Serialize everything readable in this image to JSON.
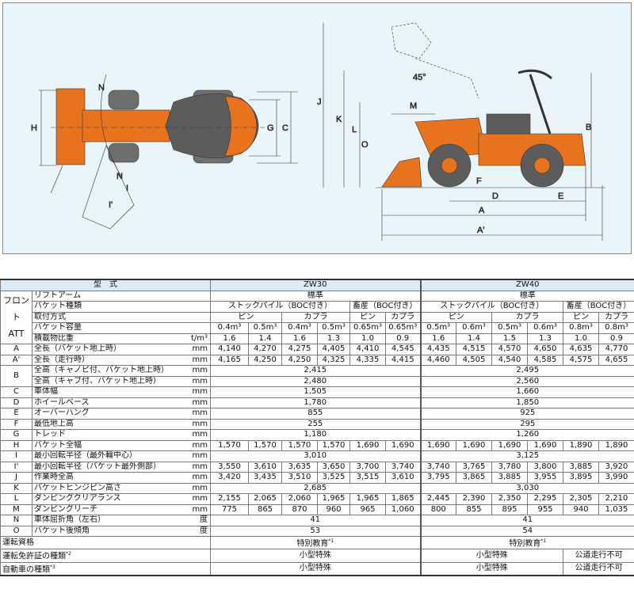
{
  "diagram": {
    "top_view_labels": {
      "H": "H",
      "G": "G",
      "C": "C",
      "N1": "N",
      "N2": "N",
      "I": "I",
      "I2": "I'"
    },
    "side_view_labels": {
      "J": "J",
      "K": "K",
      "L": "L",
      "M": "M",
      "O": "O",
      "angle": "45°",
      "B": "B",
      "F": "F",
      "D": "D",
      "E": "E",
      "A": "A",
      "A2": "A'"
    },
    "colors": {
      "orange": "#e8731e",
      "body_gray": "#5c5c5c",
      "tire": "#6e6e6e",
      "bg": "#eaf4fb"
    }
  },
  "table": {
    "model_label": "型　式",
    "models": [
      "ZW30",
      "ZW40"
    ],
    "front_att_label": [
      "フロン",
      "ト",
      "ATT"
    ],
    "front_rows": [
      {
        "label": "リフトアーム",
        "unit": "",
        "cells": [
          {
            "t": "標準",
            "span": 6
          },
          {
            "t": "標準",
            "span": 6
          }
        ]
      },
      {
        "label": "バケット種類",
        "unit": "",
        "cells": [
          {
            "t": "ストックパイル（BOC付き）",
            "span": 4
          },
          {
            "t": "畜産（BOC付き）",
            "span": 2
          },
          {
            "t": "ストックパイル（BOC付き）",
            "span": 4
          },
          {
            "t": "畜産（BOC付き）",
            "span": 2
          }
        ]
      },
      {
        "label": "取付方式",
        "unit": "",
        "cells": [
          {
            "t": "ピン",
            "span": 2
          },
          {
            "t": "カプラ",
            "span": 2
          },
          "ピン",
          "カプラ",
          {
            "t": "ピン",
            "span": 2
          },
          {
            "t": "カプラ",
            "span": 2
          },
          "ピン",
          "カプラ"
        ]
      },
      {
        "label": "バケット容量",
        "unit": "",
        "cells": [
          "0.4m³",
          "0.5m³",
          "0.4m³",
          "0.5m³",
          "0.65m³",
          "0.65m³",
          "0.5m³",
          "0.6m³",
          "0.5m³",
          "0.6m³",
          "0.8m³",
          "0.8m³"
        ]
      },
      {
        "label": "積載物比重",
        "unit": "t/m³",
        "cells": [
          "1.6",
          "1.4",
          "1.6",
          "1.3",
          "1.0",
          "0.9",
          "1.6",
          "1.4",
          "1.5",
          "1.3",
          "1.0",
          "0.9"
        ]
      }
    ],
    "spec_rows": [
      {
        "letter": "A",
        "label": "全長（バケット地上時）",
        "unit": "mm",
        "cells": [
          "4,140",
          "4,270",
          "4,275",
          "4,405",
          "4,410",
          "4,545",
          "4,435",
          "4,515",
          "4,570",
          "4,650",
          "4,635",
          "4,770"
        ]
      },
      {
        "letter": "A'",
        "label": "全長（走行時）",
        "unit": "mm",
        "cells": [
          "4,165",
          "4,250",
          "4,250",
          "4,325",
          "4,335",
          "4,415",
          "4,460",
          "4,505",
          "4,540",
          "4,585",
          "4,575",
          "4,655"
        ]
      },
      {
        "letter": "B",
        "letter_rows": 2,
        "label": "全高（キャノピ付、バケット地上時）",
        "unit": "mm",
        "cells": [
          {
            "t": "2,415",
            "span": 6
          },
          {
            "t": "2,495",
            "span": 6
          }
        ]
      },
      {
        "label": "全高（キャブ付、バケット地上時）",
        "unit": "mm",
        "cells": [
          {
            "t": "2,480",
            "span": 6
          },
          {
            "t": "2,560",
            "span": 6
          }
        ]
      },
      {
        "letter": "C",
        "label": "車体幅",
        "unit": "mm",
        "cells": [
          {
            "t": "1,505",
            "span": 6
          },
          {
            "t": "1,660",
            "span": 6
          }
        ]
      },
      {
        "letter": "D",
        "label": "ホイールベース",
        "unit": "mm",
        "cells": [
          {
            "t": "1,780",
            "span": 6
          },
          {
            "t": "1,850",
            "span": 6
          }
        ]
      },
      {
        "letter": "E",
        "label": "オーバーハング",
        "unit": "mm",
        "cells": [
          {
            "t": "855",
            "span": 6
          },
          {
            "t": "925",
            "span": 6
          }
        ]
      },
      {
        "letter": "F",
        "label": "最低地上高",
        "unit": "mm",
        "cells": [
          {
            "t": "255",
            "span": 6
          },
          {
            "t": "295",
            "span": 6
          }
        ]
      },
      {
        "letter": "G",
        "label": "トレッド",
        "unit": "mm",
        "cells": [
          {
            "t": "1,180",
            "span": 6
          },
          {
            "t": "1,260",
            "span": 6
          }
        ]
      },
      {
        "letter": "H",
        "label": "バケット全幅",
        "unit": "mm",
        "cells": [
          "1,570",
          "1,570",
          "1,570",
          "1,570",
          "1,690",
          "1,690",
          "1,690",
          "1,690",
          "1,690",
          "1,690",
          "1,890",
          "1,890"
        ]
      },
      {
        "letter": "I",
        "label": "最小回転半径（最外輪中心）",
        "unit": "mm",
        "cells": [
          {
            "t": "3,010",
            "span": 6
          },
          {
            "t": "3,125",
            "span": 6
          }
        ]
      },
      {
        "letter": "I'",
        "label": "最小回転半径（バケット最外側部）",
        "unit": "mm",
        "cells": [
          "3,550",
          "3,610",
          "3,635",
          "3,650",
          "3,700",
          "3,740",
          "3,740",
          "3,765",
          "3,780",
          "3,800",
          "3,885",
          "3,920"
        ]
      },
      {
        "letter": "J",
        "label": "作業時全高",
        "unit": "mm",
        "cells": [
          "3,420",
          "3,435",
          "3,510",
          "3,525",
          "3,515",
          "3,610",
          "3,795",
          "3,865",
          "3,885",
          "3,955",
          "3,895",
          "3,990"
        ]
      },
      {
        "letter": "K",
        "label": "バケットヒンジピン高さ",
        "unit": "mm",
        "cells": [
          {
            "t": "2,685",
            "span": 6
          },
          {
            "t": "3,030",
            "span": 6
          }
        ]
      },
      {
        "letter": "L",
        "label": "ダンピングクリアランス",
        "unit": "mm",
        "cells": [
          "2,155",
          "2,065",
          "2,060",
          "1,965",
          "1,965",
          "1,865",
          "2,445",
          "2,390",
          "2,350",
          "2,295",
          "2,305",
          "2,210"
        ]
      },
      {
        "letter": "M",
        "label": "ダンピングリーチ",
        "unit": "mm",
        "cells": [
          "775",
          "865",
          "870",
          "960",
          "965",
          "1,060",
          "800",
          "855",
          "895",
          "955",
          "940",
          "1,035"
        ]
      },
      {
        "letter": "N",
        "label": "車体屈折角（左右）",
        "unit": "度",
        "cells": [
          {
            "t": "41",
            "span": 6
          },
          {
            "t": "41",
            "span": 6
          }
        ]
      },
      {
        "letter": "O",
        "label": "バケット後傾角",
        "unit": "度",
        "cells": [
          {
            "t": "53",
            "span": 6
          },
          {
            "t": "54",
            "span": 6
          }
        ]
      }
    ],
    "license_rows": [
      {
        "label": "運転資格",
        "note": "",
        "cells": [
          {
            "t": "特別教育",
            "note": "*1",
            "span": 6
          },
          {
            "t": "特別教育",
            "note": "*1",
            "span": 6
          }
        ]
      },
      {
        "label": "運転免許証の種類",
        "note": "*2",
        "cells": [
          {
            "t": "小型特殊",
            "span": 6
          },
          {
            "t": "小型特殊",
            "span": 4
          },
          {
            "t": "公道走行不可",
            "span": 2
          }
        ]
      },
      {
        "label": "自動車の種類",
        "note": "*3",
        "cells": [
          {
            "t": "小型特殊",
            "span": 6
          },
          {
            "t": "小型特殊",
            "span": 4
          },
          {
            "t": "公道走行不可",
            "span": 2
          }
        ]
      }
    ]
  }
}
